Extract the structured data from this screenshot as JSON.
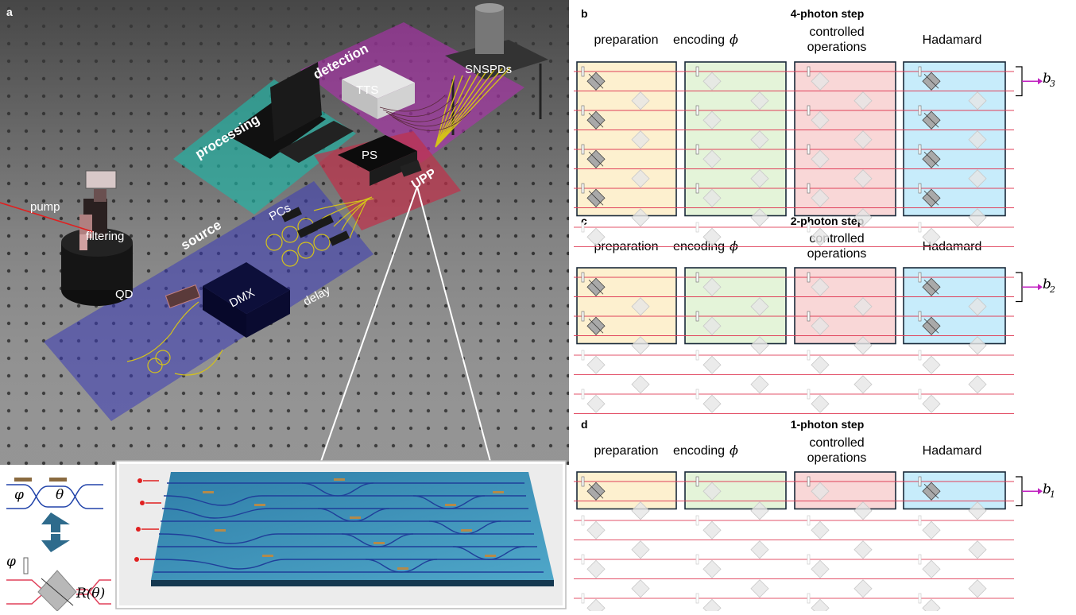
{
  "panel_a": {
    "letter": "a",
    "labels": {
      "pump": "pump",
      "filtering": "filtering",
      "qd": "QD",
      "source": "source",
      "pcs": "PCs",
      "dmx": "DMX",
      "delay": "delay",
      "processing": "processing",
      "detection": "detection",
      "tts": "TTS",
      "snspds": "SNSPDs",
      "ps": "PS",
      "upp": "UPP"
    },
    "legend": {
      "phi": "φ",
      "theta": "θ",
      "r_theta": "R(θ)"
    },
    "colors": {
      "source_zone": "#3b3bb8",
      "processing_zone": "#1fb7a8",
      "detection_zone": "#b02fb0",
      "upp_zone": "#c0304a",
      "fiber": "#d4c21a",
      "chip": "#3a8fb8",
      "laser": "#e02020"
    }
  },
  "steps": [
    {
      "letter": "b",
      "title": "4-photon step",
      "output": "b",
      "output_sub": "3",
      "active_modes": 8
    },
    {
      "letter": "c",
      "title": "2-photon step",
      "output": "b",
      "output_sub": "2",
      "active_modes": 4
    },
    {
      "letter": "d",
      "title": "1-photon step",
      "output": "b",
      "output_sub": "1",
      "active_modes": 2
    }
  ],
  "stage_labels": {
    "preparation": "preparation",
    "encoding": "encoding",
    "encoding_symbol": "ϕ",
    "controlled_line1": "controlled",
    "controlled_line2": "operations",
    "hadamard": "Hadamard"
  },
  "stage_colors": {
    "preparation": "#fdf0cf",
    "encoding": "#e4f4d9",
    "controlled": "#f9d7d7",
    "hadamard": "#c7ecfb",
    "waveguide": "#e0405a",
    "output_arrow": "#c020c0"
  }
}
